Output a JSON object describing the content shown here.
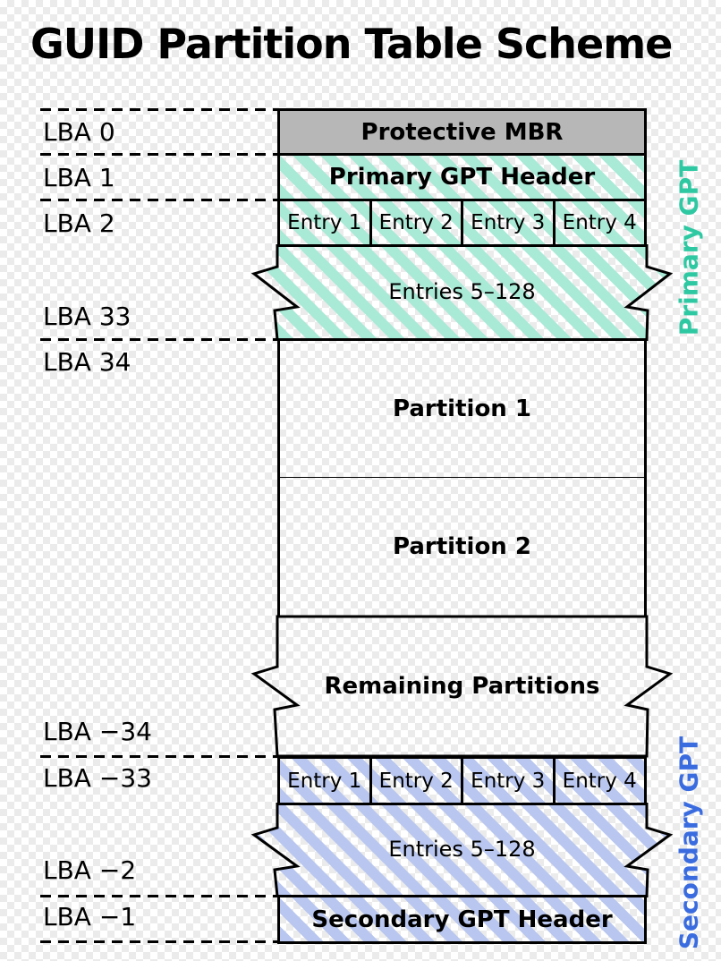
{
  "title": "GUID Partition Table Scheme",
  "lba_labels": [
    "LBA 0",
    "LBA 1",
    "LBA 2",
    "LBA 33",
    "LBA 34",
    "LBA −34",
    "LBA −33",
    "LBA −2",
    "LBA −1"
  ],
  "sections": {
    "protective_mbr": "Protective MBR",
    "primary_gpt_header": "Primary GPT Header",
    "primary_entries": [
      "Entry 1",
      "Entry 2",
      "Entry 3",
      "Entry 4"
    ],
    "primary_more_entries": "Entries 5–128",
    "partition_1": "Partition 1",
    "partition_2": "Partition 2",
    "remaining_partitions": "Remaining Partitions",
    "secondary_entries": [
      "Entry 1",
      "Entry 2",
      "Entry 3",
      "Entry 4"
    ],
    "secondary_more_entries": "Entries 5–128",
    "secondary_gpt_header": "Secondary GPT Header"
  },
  "side_labels": {
    "primary": "Primary GPT",
    "secondary": "Secondary GPT"
  },
  "colors": {
    "mbr_gray": "#b7b7b7",
    "teal_stripe": "#a9ead7",
    "blue_stripe": "#b9c7f0",
    "primary_label": "#2ec9a2",
    "secondary_label": "#3a6ce0",
    "line_black": "#000000"
  }
}
